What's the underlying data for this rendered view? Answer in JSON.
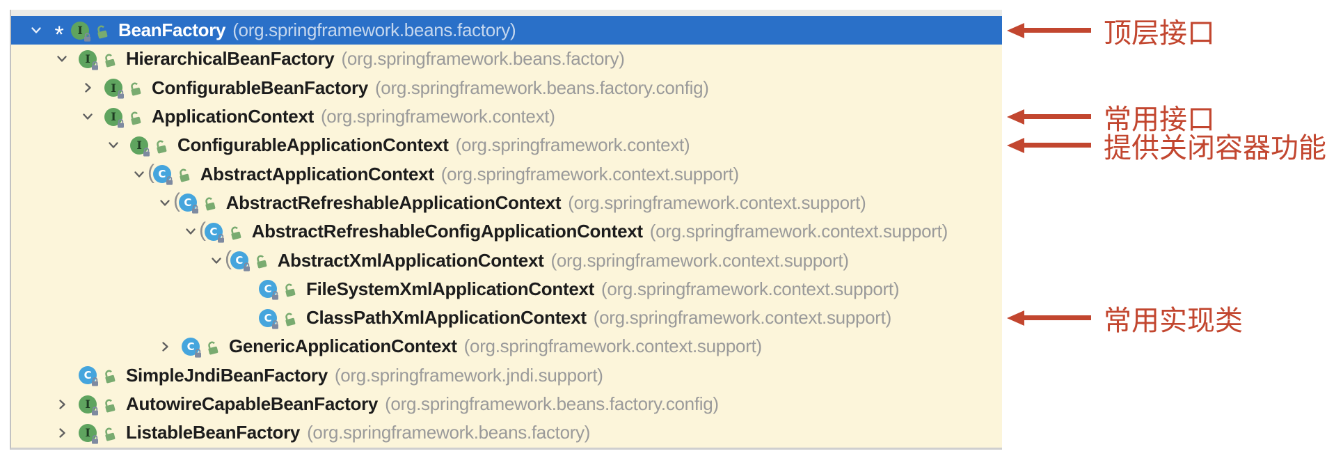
{
  "colors": {
    "selection_blue": "#2a70c8",
    "panel_cream": "#fcf5da",
    "annotation_red": "#c2462f",
    "interface_icon_green": "#5fa45f",
    "class_icon_blue": "#45a5dd",
    "padlock_green": "#79ab70",
    "readonly_lock_gray": "#7e8aa0",
    "name_black": "#1c1c1c",
    "package_gray": "#9a9a9a",
    "selected_package": "#c5d7ee"
  },
  "icons": {
    "chevron_expanded": "chevron-down",
    "chevron_collapsed": "chevron-right",
    "interface_letter": "I",
    "class_letter": "C",
    "abstract_marker": "(",
    "modified_star": "*",
    "readonly_lock": "small-gray-padlock",
    "visibility_padlock": "green-open-padlock"
  },
  "tree": {
    "rows": [
      {
        "level": 0,
        "chevron": "expanded",
        "star": true,
        "kind": "interface",
        "name": "BeanFactory",
        "package": "(org.springframework.beans.factory)",
        "selected": true
      },
      {
        "level": 1,
        "chevron": "expanded",
        "star": false,
        "kind": "interface",
        "name": "HierarchicalBeanFactory",
        "package": "(org.springframework.beans.factory)",
        "selected": false
      },
      {
        "level": 2,
        "chevron": "collapsed",
        "star": false,
        "kind": "interface",
        "name": "ConfigurableBeanFactory",
        "package": "(org.springframework.beans.factory.config)",
        "selected": false
      },
      {
        "level": 2,
        "chevron": "expanded",
        "star": false,
        "kind": "interface",
        "name": "ApplicationContext",
        "package": "(org.springframework.context)",
        "selected": false
      },
      {
        "level": 3,
        "chevron": "expanded",
        "star": false,
        "kind": "interface",
        "name": "ConfigurableApplicationContext",
        "package": "(org.springframework.context)",
        "selected": false
      },
      {
        "level": 4,
        "chevron": "expanded",
        "star": false,
        "kind": "abstract-class",
        "name": "AbstractApplicationContext",
        "package": "(org.springframework.context.support)",
        "selected": false
      },
      {
        "level": 5,
        "chevron": "expanded",
        "star": false,
        "kind": "abstract-class",
        "name": "AbstractRefreshableApplicationContext",
        "package": "(org.springframework.context.support)",
        "selected": false
      },
      {
        "level": 6,
        "chevron": "expanded",
        "star": false,
        "kind": "abstract-class",
        "name": "AbstractRefreshableConfigApplicationContext",
        "package": "(org.springframework.context.support)",
        "selected": false
      },
      {
        "level": 7,
        "chevron": "expanded",
        "star": false,
        "kind": "abstract-class",
        "name": "AbstractXmlApplicationContext",
        "package": "(org.springframework.context.support)",
        "selected": false
      },
      {
        "level": 8,
        "chevron": null,
        "star": false,
        "kind": "class",
        "name": "FileSystemXmlApplicationContext",
        "package": "(org.springframework.context.support)",
        "selected": false
      },
      {
        "level": 8,
        "chevron": null,
        "star": false,
        "kind": "class",
        "name": "ClassPathXmlApplicationContext",
        "package": "(org.springframework.context.support)",
        "selected": false
      },
      {
        "level": 5,
        "chevron": "collapsed",
        "star": false,
        "kind": "class",
        "name": "GenericApplicationContext",
        "package": "(org.springframework.context.support)",
        "selected": false
      },
      {
        "level": 1,
        "chevron": null,
        "star": false,
        "kind": "class",
        "name": "SimpleJndiBeanFactory",
        "package": "(org.springframework.jndi.support)",
        "selected": false
      },
      {
        "level": 1,
        "chevron": "collapsed",
        "star": false,
        "kind": "interface",
        "name": "AutowireCapableBeanFactory",
        "package": "(org.springframework.beans.factory.config)",
        "selected": false
      },
      {
        "level": 1,
        "chevron": "collapsed",
        "star": false,
        "kind": "interface",
        "name": "ListableBeanFactory",
        "package": "(org.springframework.beans.factory)",
        "selected": false
      }
    ]
  },
  "annotations": [
    {
      "row": 0,
      "label": "顶层接口"
    },
    {
      "row": 3,
      "label": "常用接口"
    },
    {
      "row": 4,
      "label": "提供关闭容器功能"
    },
    {
      "row": 10,
      "label": "常用实现类"
    }
  ]
}
